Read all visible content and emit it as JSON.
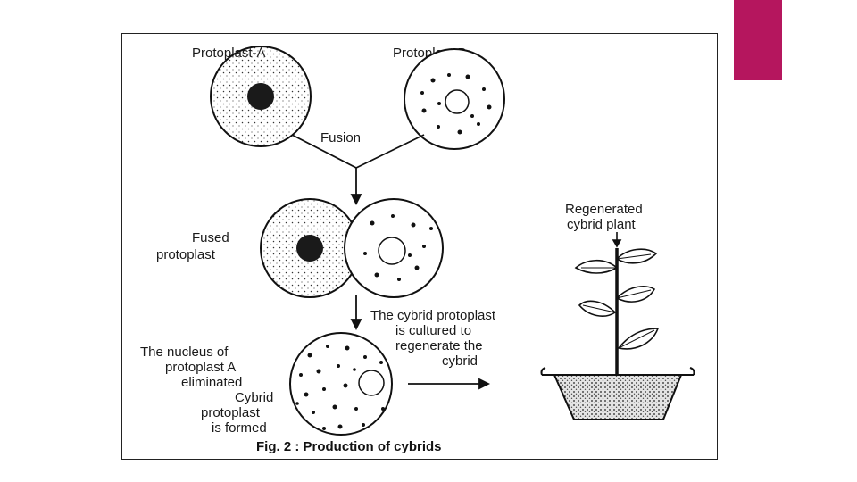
{
  "slide": {
    "accent_color": "#b5165e"
  },
  "figure": {
    "labels": {
      "protoplast_a": "Protoplast-A",
      "protoplast_b": "Protoplast-B",
      "fusion": "Fusion",
      "fused_line1": "Fused",
      "fused_line2": "protoplast",
      "cultured_line1": "The cybrid protoplast",
      "cultured_line2": "is cultured to",
      "cultured_line3": "regenerate the",
      "cultured_line4": "cybrid",
      "regenerated_line1": "Regenerated",
      "regenerated_line2": "cybrid plant",
      "nucleus_line1": "The nucleus of",
      "nucleus_line2": "protoplast A",
      "nucleus_line3": "eliminated",
      "nucleus_line4": "Cybrid",
      "nucleus_line5": "protoplast",
      "nucleus_line6": "is formed"
    },
    "caption": "Fig. 2 : Production of cybrids"
  }
}
